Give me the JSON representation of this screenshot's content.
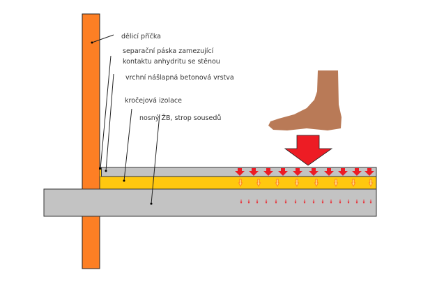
{
  "labels": {
    "partition": "dělicí příčka",
    "separation_line1": "separační páska zamezující",
    "separation_line2": "kontaktu anhydritu se stěnou",
    "top_layer": "vrchní nášlapná betonová vrstva",
    "impact_insulation": "kročejová izolace",
    "slab": "nosný ŽB, strop sousedů"
  },
  "colors": {
    "wall": "#fd7f24",
    "concrete": "#c3c3c3",
    "insulation": "#ffc80f",
    "arrow": "#ed1c24",
    "foot": "#b97a57",
    "hollow_arrow": "#ff7f27"
  }
}
